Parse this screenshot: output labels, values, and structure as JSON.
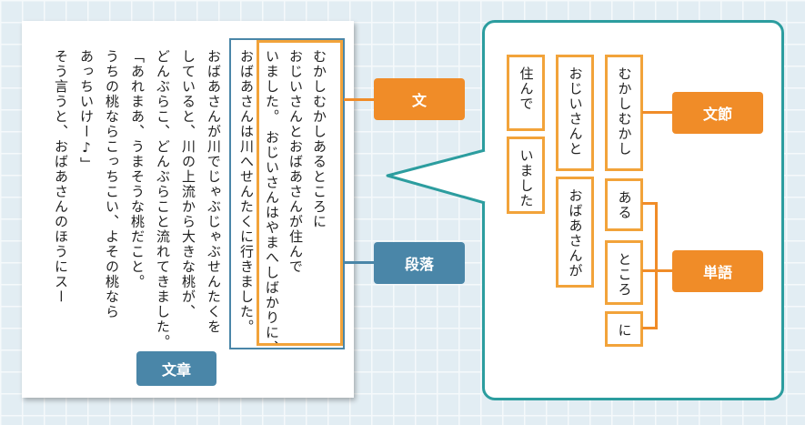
{
  "document": {
    "lines": [
      "むかしむかしあるところに",
      "おじいさんとおばあさんが住んで",
      "いました。 おじいさんはやまへしばかりに、",
      "おばあさんは川へせんたくに行きました。",
      "おばあさんが川でじゃぶじゃぶせんたくを",
      "していると、川の上流から大きな桃が、",
      "どんぶらこ、どんぶらこと流れてきました。",
      "「あれまあ、うまそうな桃だこと。",
      "うちの桃ならこっちこい、よその桃なら",
      "あっちいけー♪」",
      "そう言うと、おばあさんのほうにスー"
    ],
    "label": "文章"
  },
  "labels": {
    "sentence": "文",
    "paragraph": "段落",
    "phrase": "文節",
    "word": "単語"
  },
  "segments": {
    "bunsetsu": [
      "むかしむかし",
      "おじいさんと",
      "住んで",
      "いました",
      "おばあさんが"
    ],
    "words": [
      "ある",
      "ところ",
      "に"
    ]
  },
  "colors": {
    "blue": "#4a86a8",
    "orange": "#f08c28",
    "teal": "#2c9d9f"
  }
}
